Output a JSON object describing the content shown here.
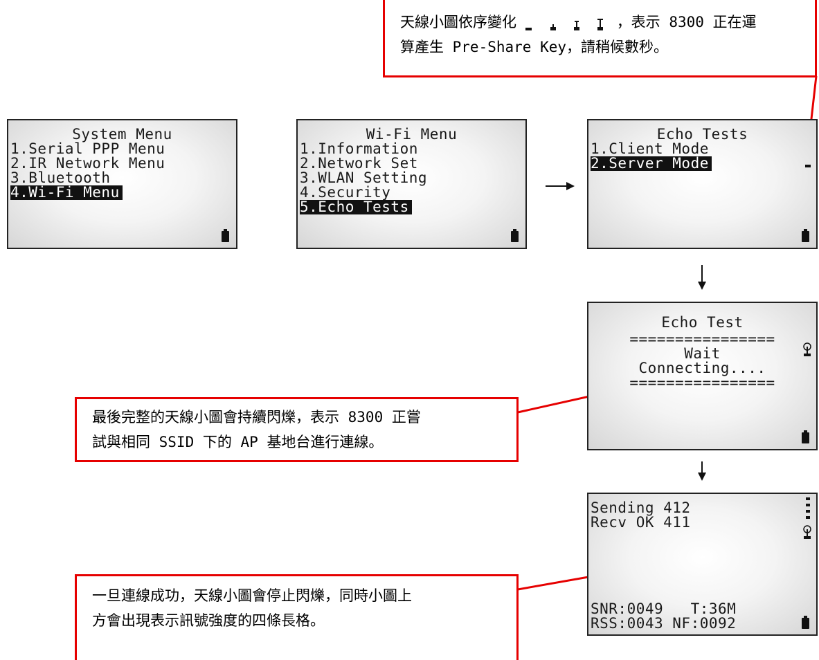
{
  "system_menu": {
    "title": "System Menu",
    "items": [
      "1.Serial PPP Menu",
      "2.IR Network Menu",
      "3.Bluetooth",
      "4.Wi-Fi Menu"
    ]
  },
  "wifi_menu": {
    "title": "Wi-Fi Menu",
    "items": [
      "1.Information",
      "2.Network Set",
      "3.WLAN Setting",
      "4.Security",
      "5.Echo Tests"
    ]
  },
  "echo_tests_menu": {
    "title": "Echo Tests",
    "items": [
      "1.Client Mode",
      "2.Server Mode"
    ]
  },
  "echo_test_screen": {
    "title": "Echo Test",
    "separator": "================",
    "status": "Wait",
    "message": "Connecting...."
  },
  "result_screen": {
    "sending": "Sending 412",
    "recv": "Recv OK 411",
    "snr_t": "SNR:0049   T:36M",
    "rss_nf": "RSS:0043 NF:0092"
  },
  "callouts": {
    "top": {
      "line1_a": "天線小圖依序變化",
      "line1_b": "，表示",
      "line1_num": " 8300 ",
      "line1_c": "正在運",
      "line2_a": "算產生",
      "line2_key": " Pre-Share Key",
      "line2_b": "，請稍候數秒。"
    },
    "middle": {
      "line1_a": "最後完整的天線小圖會持續閃爍，表示",
      "line1_num": " 8300 ",
      "line1_b": "正嘗",
      "line2_a": "試與相同",
      "line2_ssid": " SSID ",
      "line2_b": "下的",
      "line2_ap": " AP ",
      "line2_c": "基地台進行連線。"
    },
    "bottom": {
      "line1": "一旦連線成功，天線小圖會停止閃爍，同時小圖上",
      "line2": "方會出現表示訊號強度的四條長格。"
    }
  },
  "colors": {
    "callout_border": "#e60000",
    "leader_line": "#e60000",
    "screen_border": "#222222"
  }
}
